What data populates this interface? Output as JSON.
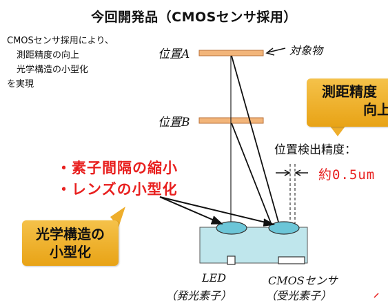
{
  "title": "今回開発品（CMOSセンサ採用）",
  "intro": [
    "CMOSセンサ採用により、",
    "測距精度の向上",
    "光学構造の小型化",
    "を実現"
  ],
  "object_label": "対象物",
  "position_a": "位置A",
  "position_b": "位置B",
  "features": [
    "・素子間隔の縮小",
    "・レンズの小型化"
  ],
  "callout_left": [
    "光学構造の",
    "小型化"
  ],
  "callout_right": [
    "測距精度",
    "向上"
  ],
  "precision_label": "位置検出精度：",
  "precision_value": "約0.5um",
  "led_label": "LED",
  "led_sub": "（発光素子）",
  "sensor_label": "CMOSセンサ",
  "sensor_sub": "（受光素子）",
  "colors": {
    "red": "#e8201f",
    "callout": "#f0b02e",
    "plate": "#f2b57a",
    "module": "#bfe6ec",
    "lens": "#6cc6d8"
  }
}
